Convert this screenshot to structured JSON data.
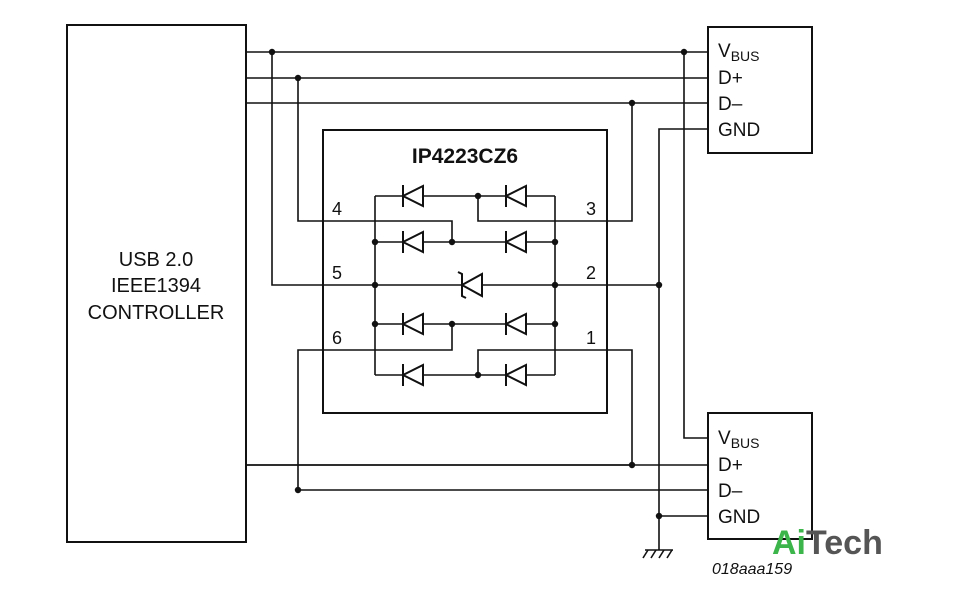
{
  "controller": {
    "line1": "USB 2.0",
    "line2": "IEEE1394",
    "line3": "CONTROLLER"
  },
  "ic": {
    "name": "IP4223CZ6",
    "pins": {
      "p1": "1",
      "p2": "2",
      "p3": "3",
      "p4": "4",
      "p5": "5",
      "p6": "6"
    }
  },
  "connector_top": {
    "vbus_main": "V",
    "vbus_sub": "BUS",
    "d_plus": "D+",
    "d_minus": "D–",
    "gnd": "GND"
  },
  "connector_bottom": {
    "vbus_main": "V",
    "vbus_sub": "BUS",
    "d_plus": "D+",
    "d_minus": "D–",
    "gnd": "GND"
  },
  "figure_id": "018aaa159",
  "watermark": {
    "part1": "Ai",
    "part2": "Tech",
    "color1": "#3cb54a",
    "color2": "#555555"
  }
}
